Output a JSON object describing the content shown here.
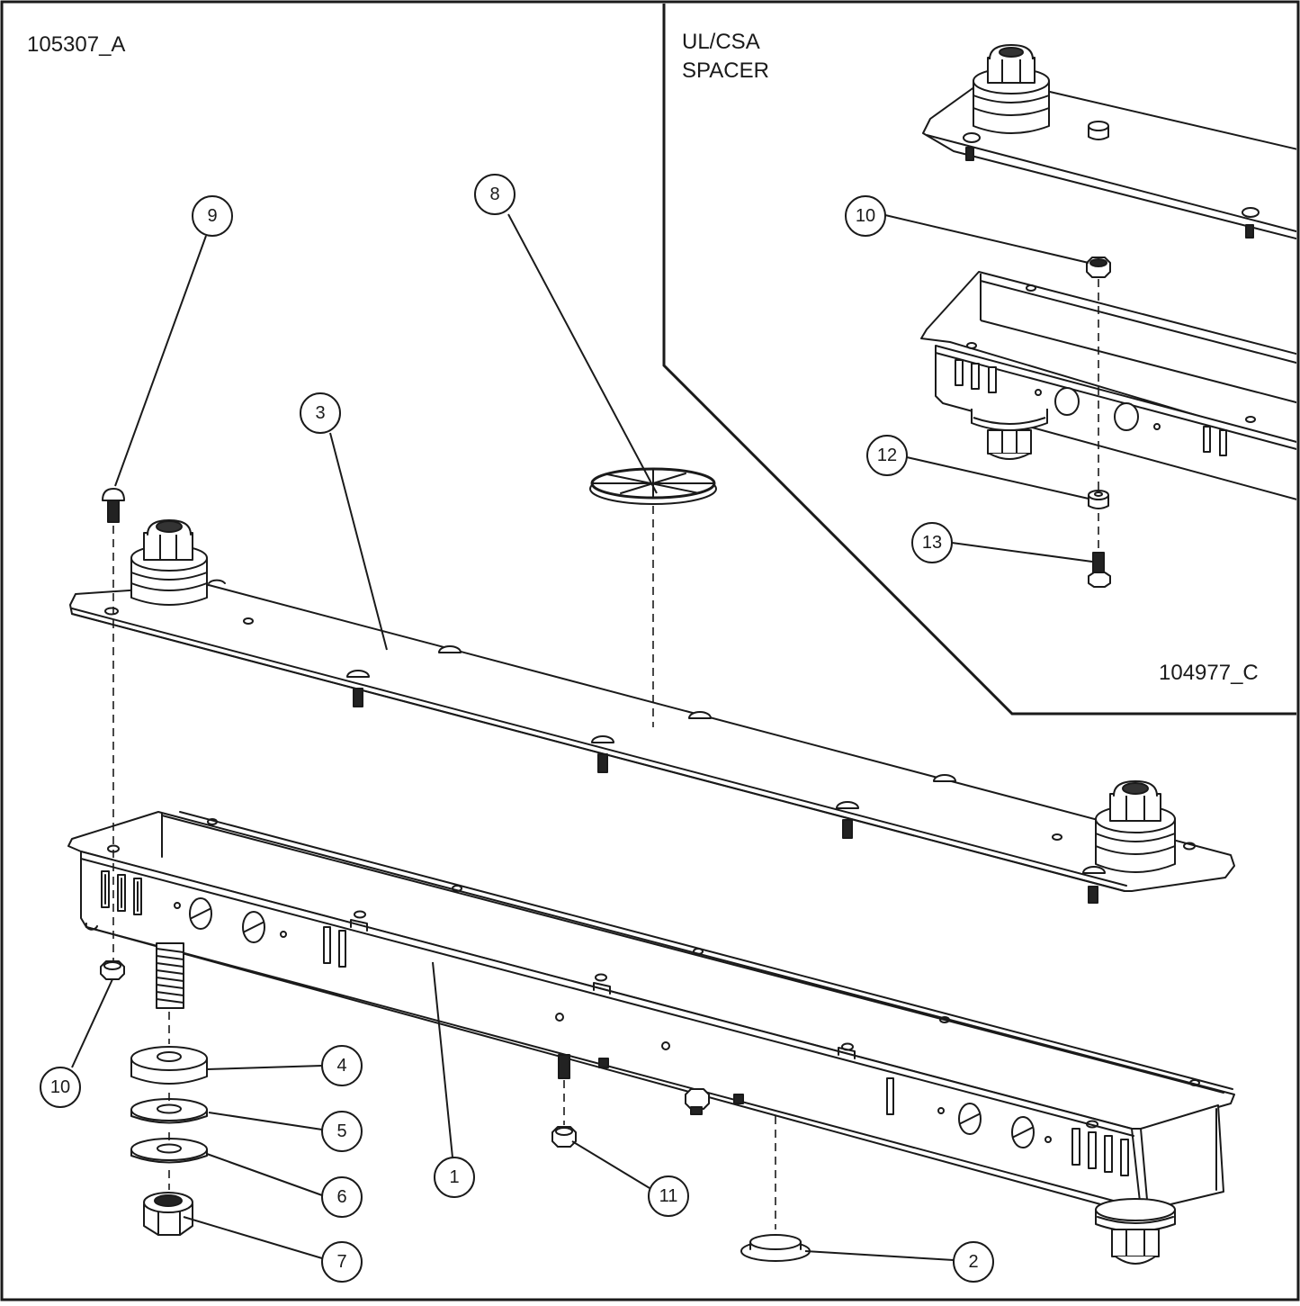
{
  "drawing": {
    "main_drawing_number": "105307_A",
    "inset_title_line1": "UL/CSA",
    "inset_title_line2": "SPACER",
    "inset_drawing_number": "104977_C"
  },
  "callouts": {
    "c1": "1",
    "c2": "2",
    "c3": "3",
    "c4": "4",
    "c5": "5",
    "c6": "6",
    "c7": "7",
    "c8": "8",
    "c9": "9",
    "c10_main": "10",
    "c11": "11",
    "c10_inset": "10",
    "c12": "12",
    "c13": "13"
  }
}
